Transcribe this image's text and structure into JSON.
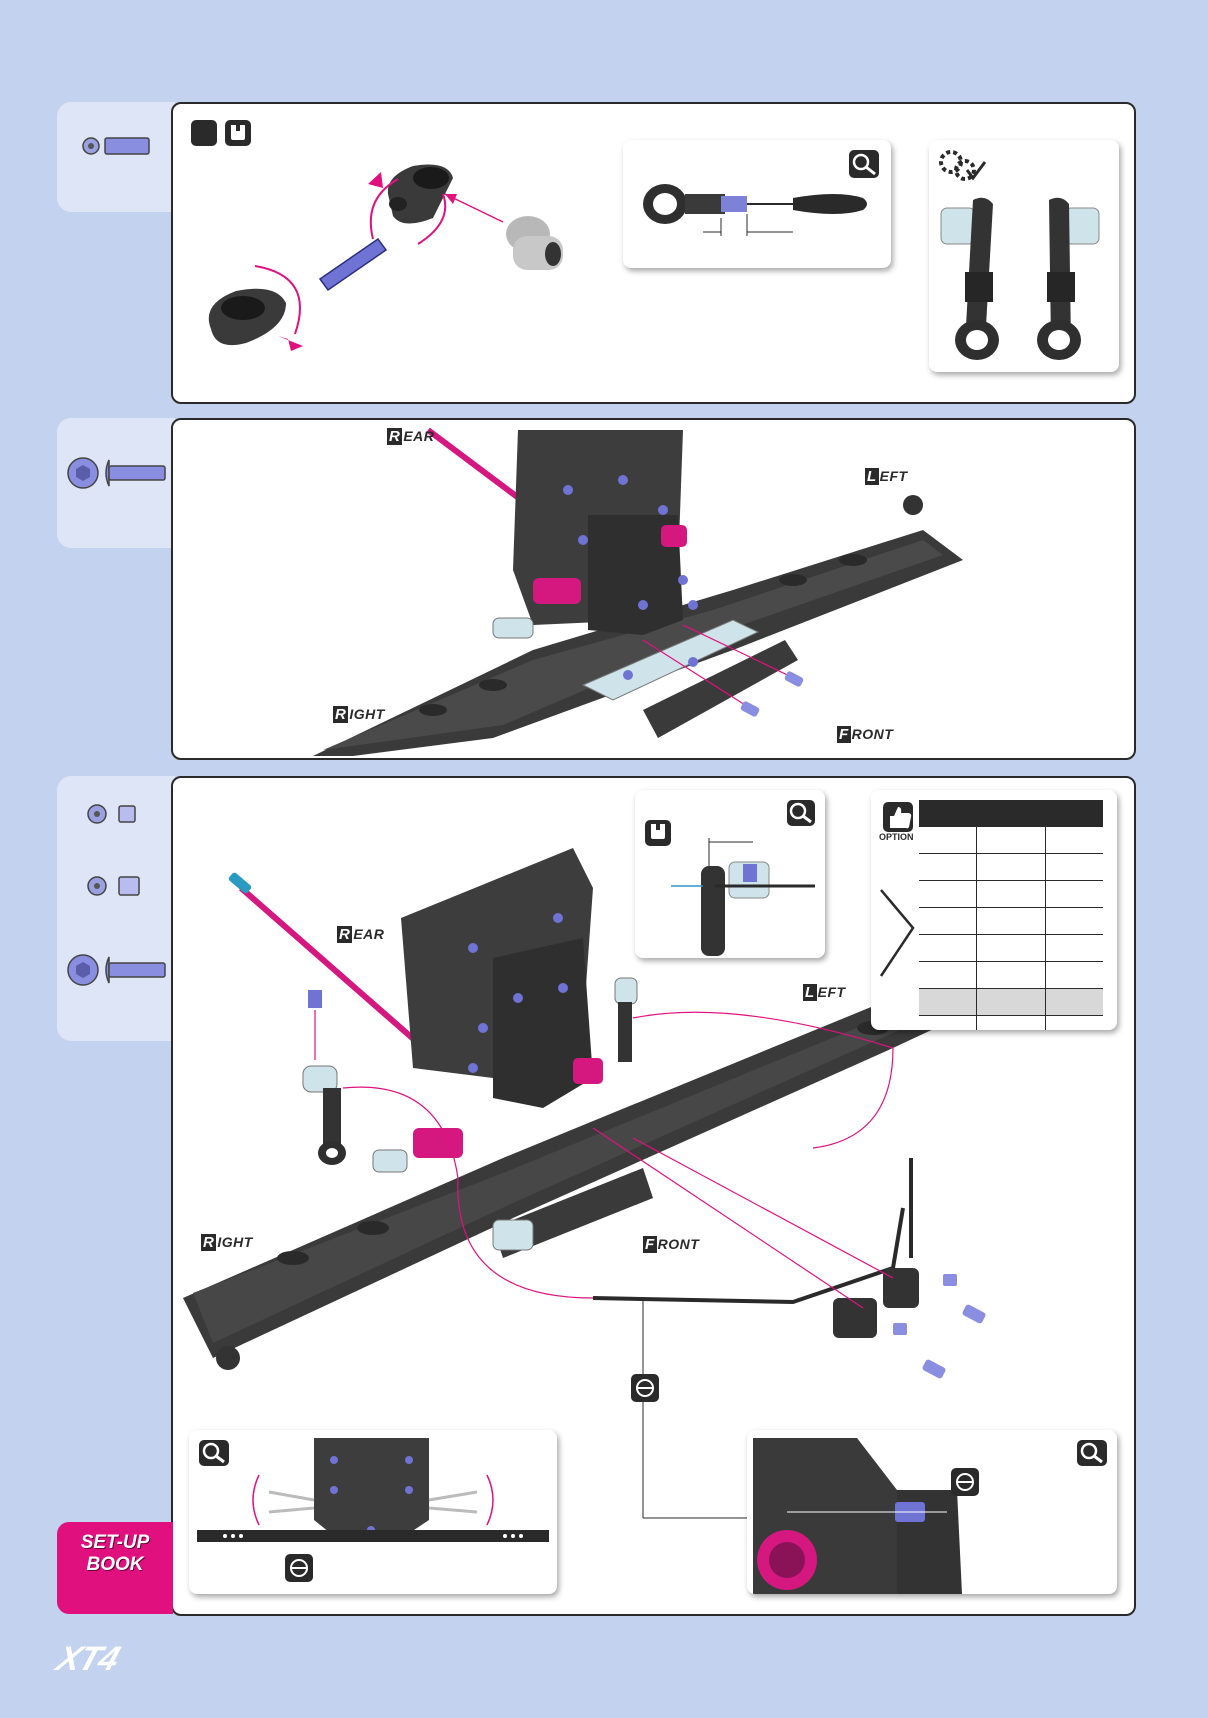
{
  "labels": {
    "rear": "REAR",
    "left": "LEFT",
    "right": "RIGHT",
    "front": "FRONT"
  },
  "option_label": "OPTION",
  "setup_book": {
    "line1": "SET-UP",
    "line2": "BOOK"
  },
  "logo": "XT4",
  "option_table": {
    "rows": 8,
    "highlighted_row": 7
  },
  "colors": {
    "background": "#c3d2ee",
    "sidebar": "#dde5f6",
    "accent_pink": "#e0117f",
    "hardware_blue": "#7e82d6",
    "part_dark": "#3a3a3a",
    "mount_light": "#cfe3ea"
  },
  "icons": {
    "zoom": "zoom-icon",
    "tools": "tools-check-icon",
    "thumbs_up": "thumbs-up-icon",
    "hex_tool": "hex-tool-icon"
  }
}
